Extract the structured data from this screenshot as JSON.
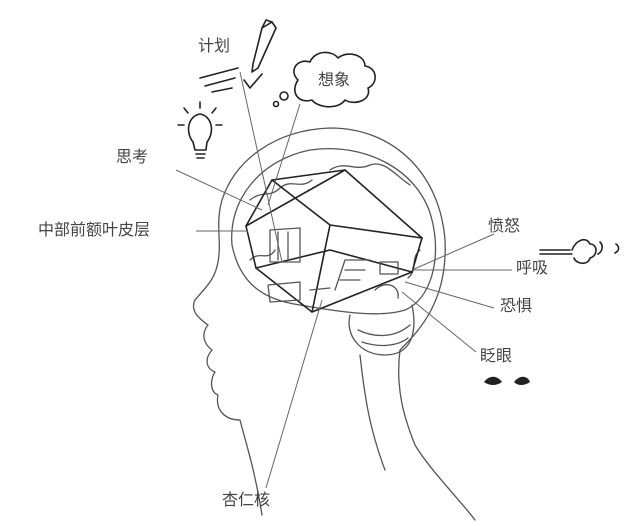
{
  "labels": {
    "plan": "计划",
    "imagine": "想象",
    "think": "思考",
    "mpfc": "中部前额叶皮层",
    "anger": "愤怒",
    "breath": "呼吸",
    "fear": "恐惧",
    "blink": "眨眼",
    "amygdala": "杏仁核"
  },
  "icons": [
    "pencil-icon",
    "checkmark-icon",
    "thought-cloud-icon",
    "lightbulb-icon",
    "breath-puff-icon",
    "eyes-icon",
    "brain-house-illustration",
    "head-profile-illustration"
  ]
}
